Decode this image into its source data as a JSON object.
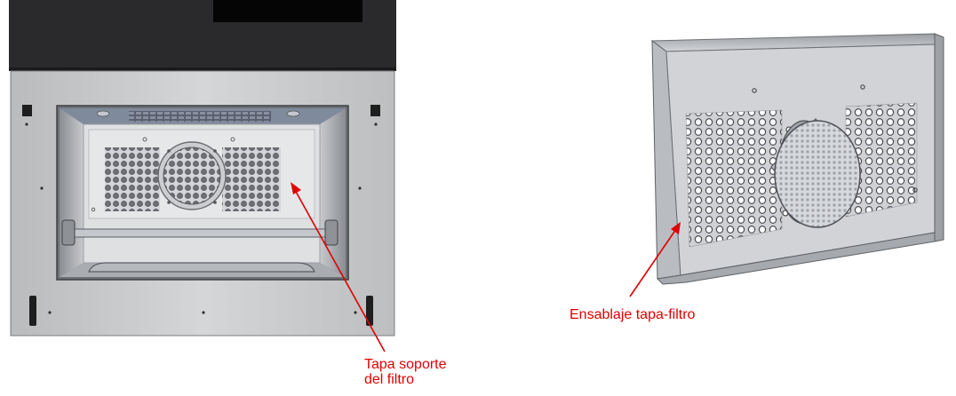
{
  "callouts": {
    "filter_cover_support": {
      "line1": "Tapa soporte",
      "line2": "del filtro"
    },
    "cover_filter_assembly": "Ensablaje tapa-filtro"
  },
  "colors": {
    "callout_red": "#e00000",
    "oven_top_dark": "#2a2a2c",
    "stainless": "#c9cbcd",
    "cavity_back": "#dfe0e2"
  },
  "icons": [
    "arrow-left-icon",
    "arrow-right-icon"
  ]
}
